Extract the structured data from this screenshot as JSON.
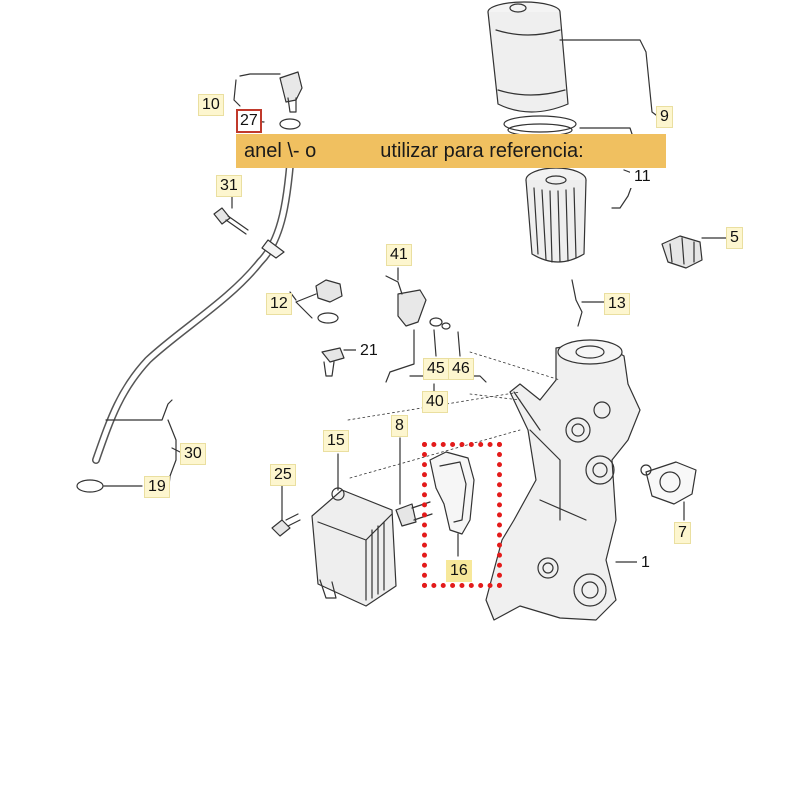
{
  "banner": {
    "left": "anel \\- o",
    "right": "utilizar para referencia:"
  },
  "callouts": {
    "p1": "1",
    "p5": "5",
    "p7": "7",
    "p8": "8",
    "p9": "9",
    "p10": "10",
    "p11": "11",
    "p12": "12",
    "p13": "13",
    "p15": "15",
    "p16": "16",
    "p19": "19",
    "p21": "21",
    "p25": "25",
    "p27": "27",
    "p30": "30",
    "p31": "31",
    "p40": "40",
    "p41": "41",
    "p45": "45",
    "p46": "46"
  },
  "colors": {
    "banner": "#f0c060",
    "highlight_box": "#e31b1b",
    "label_background": "#fdf6cf",
    "line": "#333333"
  }
}
